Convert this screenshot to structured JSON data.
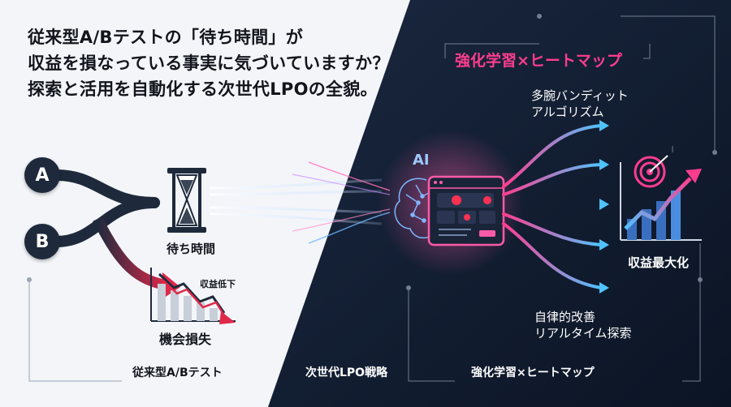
{
  "headline": {
    "line1": "従来型A/Bテストの「待ち時間」が",
    "line2": "収益を損なっている事実に気づいていますか？",
    "line3": "探索と活用を自動化する次世代LPOの全貌。"
  },
  "variants": {
    "a": "A",
    "b": "B"
  },
  "labels": {
    "waiting_time": "待ち時間",
    "revenue_decline": "収益低下",
    "opportunity_loss": "機会損失",
    "ai": "AI",
    "right_title": "強化学習×ヒートマップ",
    "bandit_line1": "多腕バンディット",
    "bandit_line2": "アルゴリズム",
    "revenue_max": "収益最大化",
    "autonomous_line1": "自律的改善",
    "autonomous_line2": "リアルタイム探索"
  },
  "footer": {
    "left": "従来型A/Bテスト",
    "middle": "次世代LPO戦略",
    "right": "強化学習×ヒートマップ"
  },
  "colors": {
    "light_bg": "#f3f5f9",
    "dark_bg": "#0f1a2e",
    "accent_pink": "#ff3d8f",
    "accent_cyan": "#4fc3ff",
    "decline_red": "#e0284a",
    "ink": "#12151c"
  },
  "icons": [
    "hourglass-icon",
    "declining-chart-icon",
    "brain-icon",
    "dashboard-icon",
    "target-icon",
    "growth-chart-icon"
  ]
}
